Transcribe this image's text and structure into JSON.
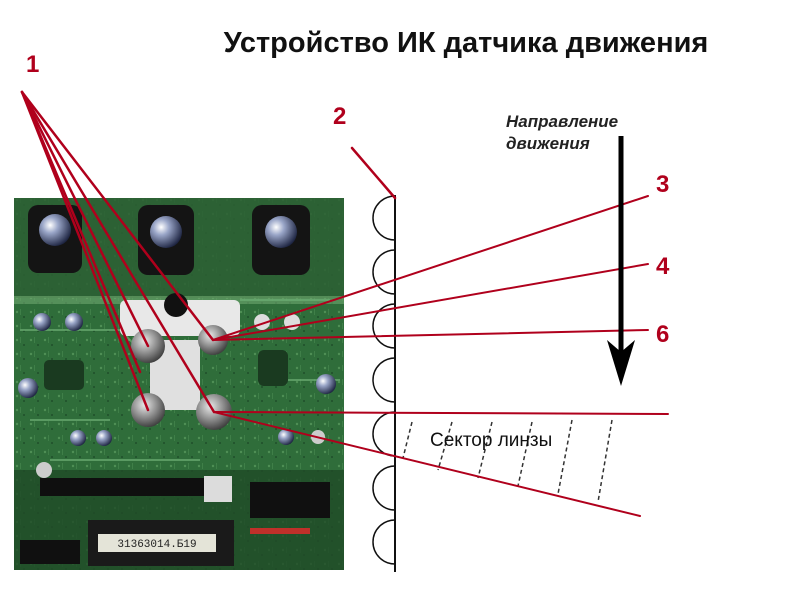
{
  "title": "Устройство ИК датчика движения",
  "labels": {
    "l1": "1",
    "l2": "2",
    "l3": "3",
    "l4": "4",
    "l6": "6"
  },
  "direction": {
    "line1": "Направление",
    "line2": "движения"
  },
  "sector": "Сектор линзы",
  "chip_marking": "31363014.Б19",
  "colors": {
    "accent_red": "#b0001c",
    "board_green": "#2f6d3a",
    "ink": "#111111"
  }
}
